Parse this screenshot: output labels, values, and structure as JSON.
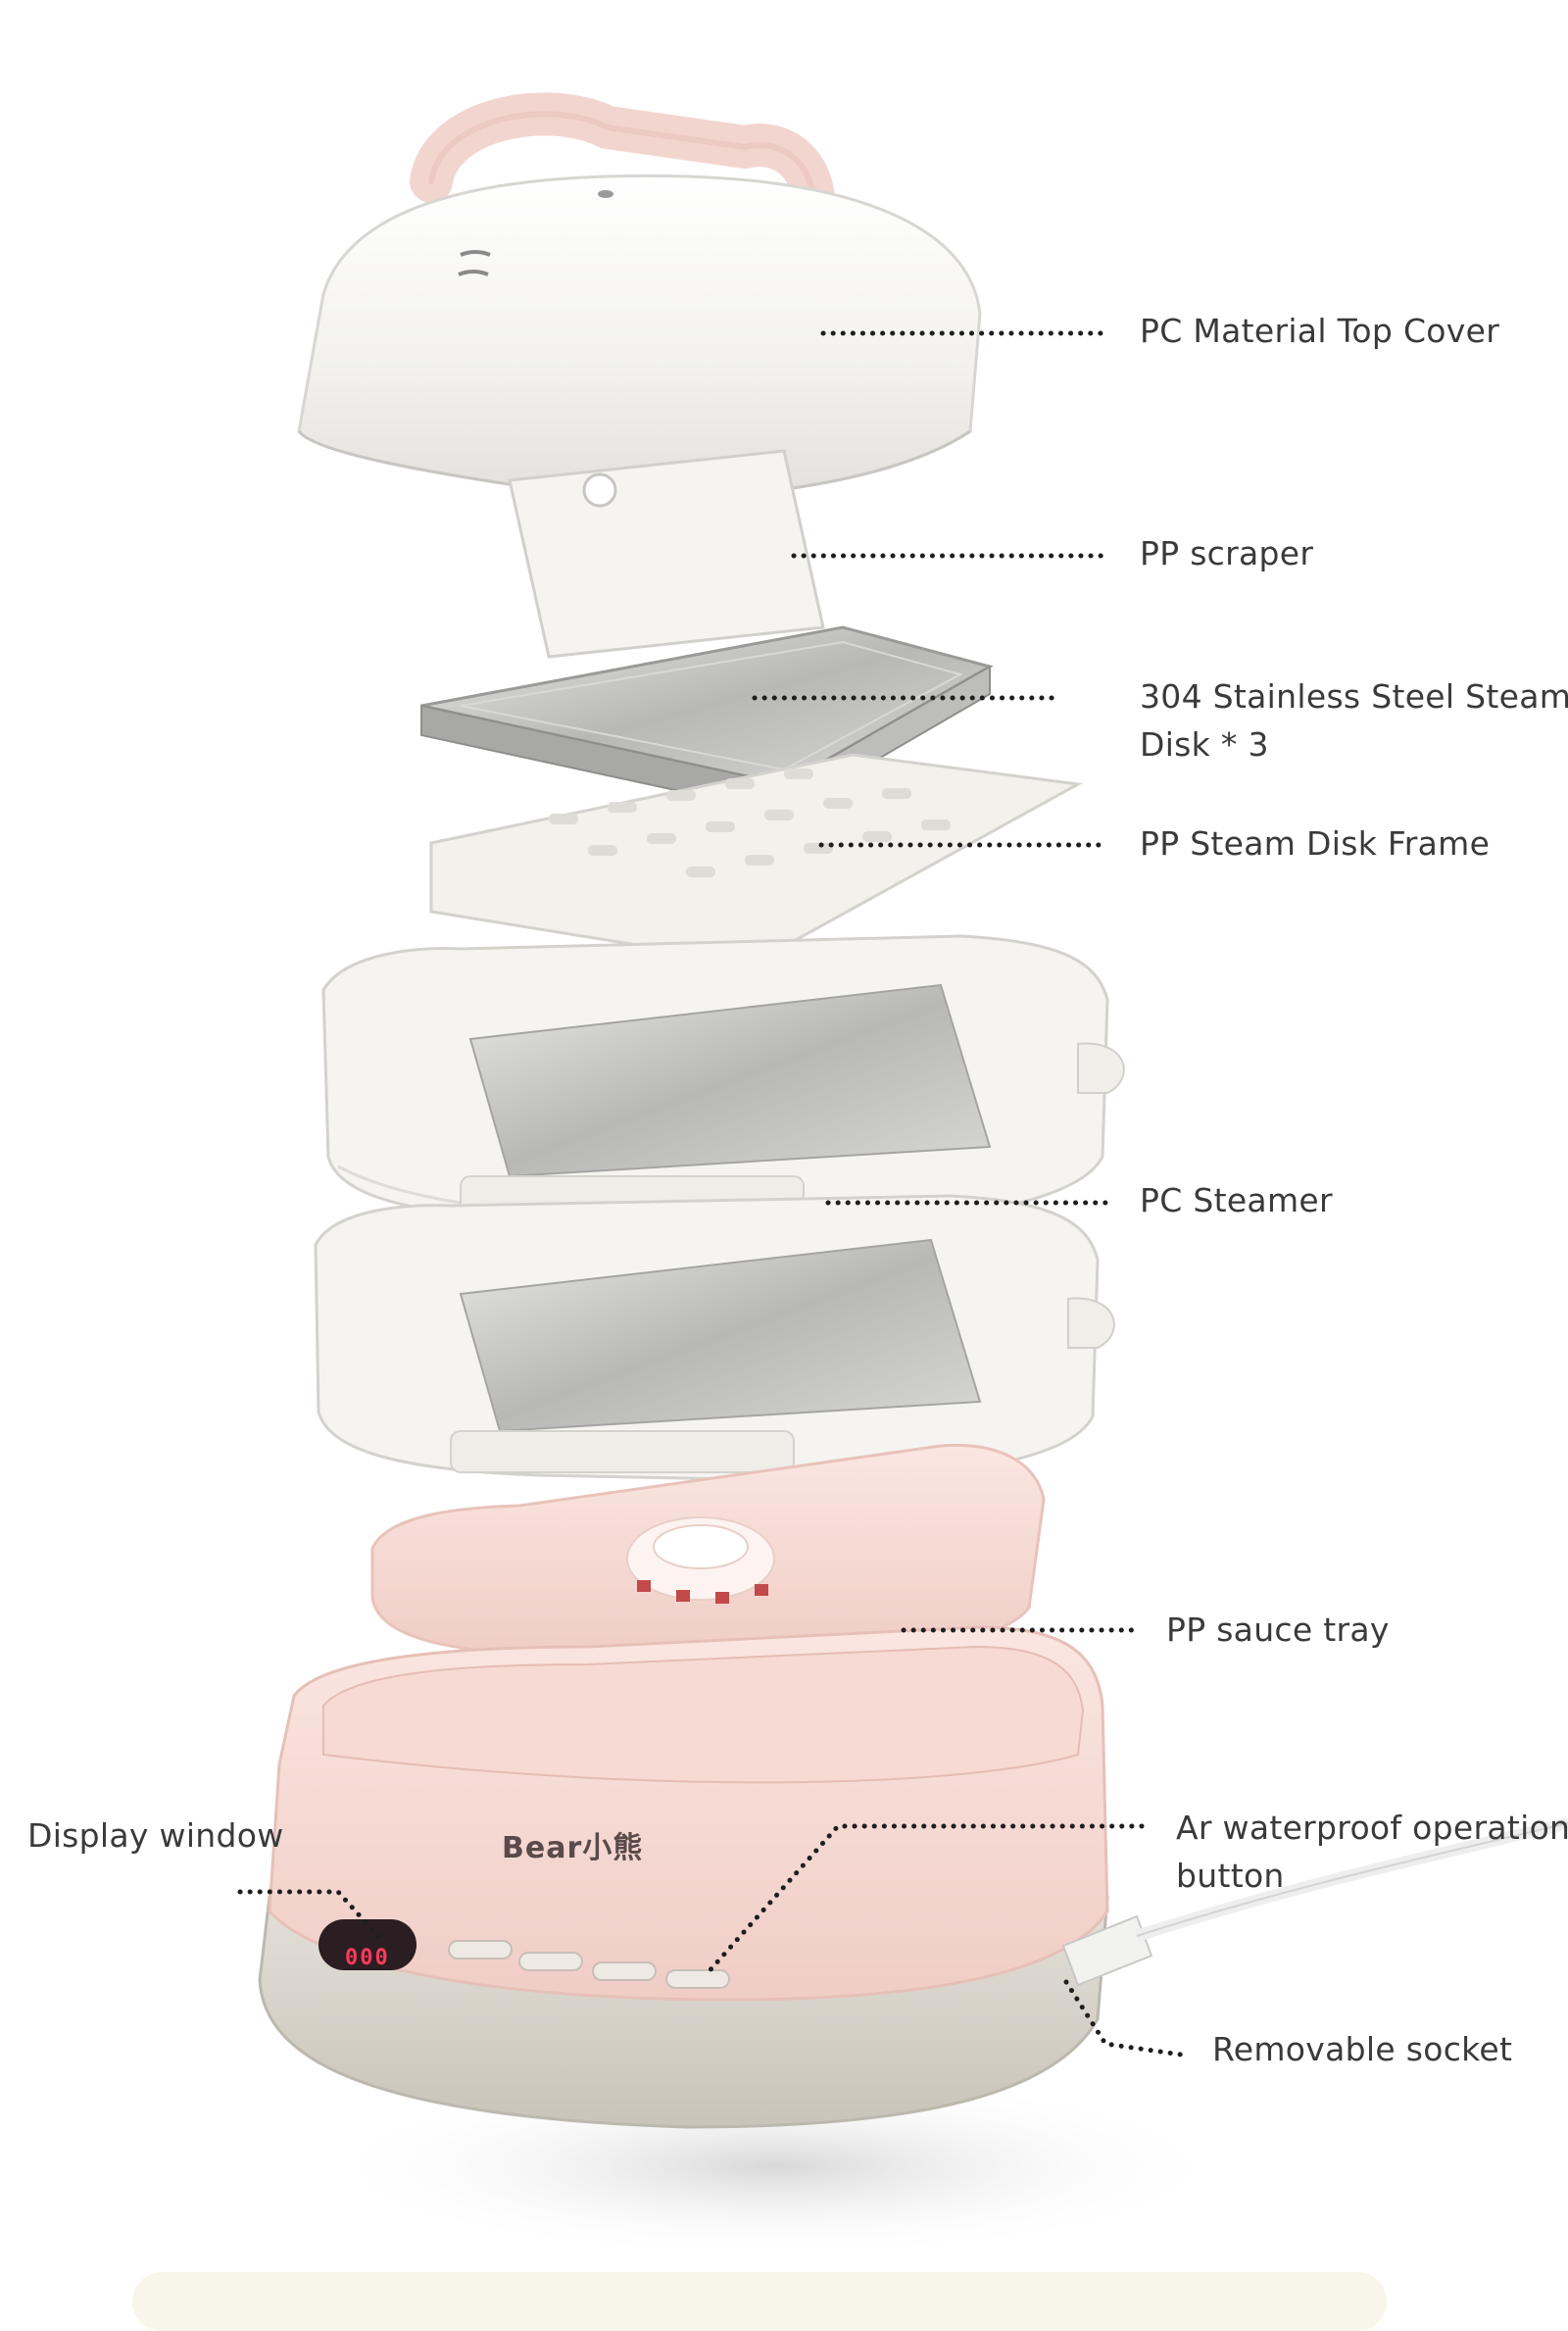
{
  "diagram": {
    "brand_label": "Bear小熊",
    "display_readout": "000",
    "callouts": [
      {
        "id": "top-cover",
        "lines": [
          "PC Material Top Cover"
        ]
      },
      {
        "id": "scraper",
        "lines": [
          "PP scraper"
        ]
      },
      {
        "id": "steam-disk",
        "lines": [
          "304 Stainless Steel Steam",
          "Disk * 3"
        ]
      },
      {
        "id": "steam-disk-frame",
        "lines": [
          "PP Steam Disk Frame"
        ]
      },
      {
        "id": "pc-steamer",
        "lines": [
          "PC Steamer"
        ]
      },
      {
        "id": "sauce-tray",
        "lines": [
          "PP sauce tray"
        ]
      },
      {
        "id": "display-window",
        "lines": [
          "Display window"
        ]
      },
      {
        "id": "operation-button",
        "lines": [
          "Ar waterproof operation",
          "button"
        ]
      },
      {
        "id": "removable-socket",
        "lines": [
          "Removable socket"
        ]
      }
    ]
  },
  "colors": {
    "label_text": "#3a3a3a",
    "leader_dots": "#1e1e1e",
    "pink_body": "#f6d9d3",
    "white_plastic": "#f4f3ef",
    "steel": "#c8c8c6",
    "base_gray": "#dcd8d0",
    "bottom_bar": "#f8f6ea"
  }
}
